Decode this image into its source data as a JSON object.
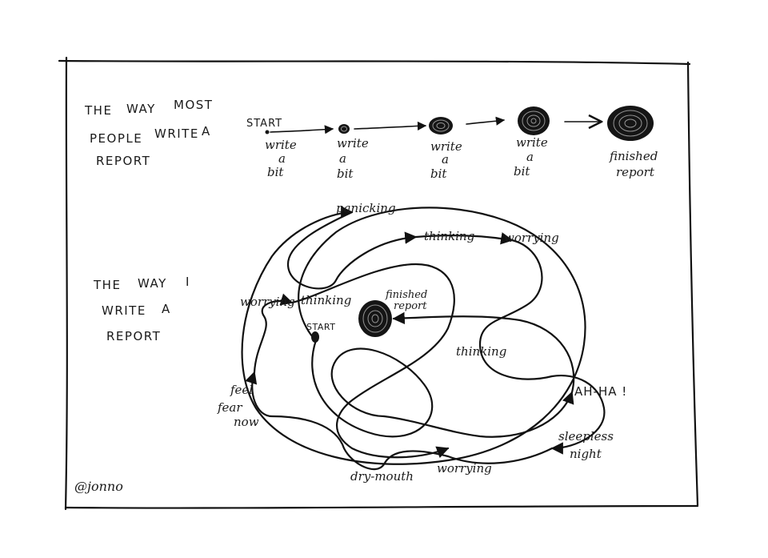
{
  "top_caption": [
    "THE",
    "WAY",
    "MOST",
    "PEOPLE",
    "WRITE",
    "A",
    "REPORT"
  ],
  "top_flow": {
    "start_label": "START",
    "steps": [
      {
        "lines": [
          "write",
          "a",
          "bit"
        ]
      },
      {
        "lines": [
          "write",
          "a",
          "bit"
        ]
      },
      {
        "lines": [
          "write",
          "a",
          "bit"
        ]
      },
      {
        "lines": [
          "write",
          "a",
          "bit"
        ]
      }
    ],
    "finish_lines": [
      "finished",
      "report"
    ]
  },
  "bottom_caption": [
    "THE",
    "WAY",
    "I",
    "WRITE",
    "A",
    "REPORT"
  ],
  "scribble": {
    "start_label": "START",
    "finish_lines": [
      "finished",
      "report"
    ],
    "labels": {
      "panicking": "panicking",
      "thinking_top": "thinking",
      "worrying_top": "worrying",
      "worrying_left": "worrying",
      "thinking_left": "thinking",
      "thinking_right": "thinking",
      "feel_fear_now": [
        "feel",
        "fear",
        "now"
      ],
      "aha": "AH-HA !",
      "sleepless_night": [
        "sleepless",
        "night"
      ],
      "dry_mouth": "dry-mouth",
      "worrying_bottom": "worrying"
    }
  },
  "signature": "@jonno"
}
